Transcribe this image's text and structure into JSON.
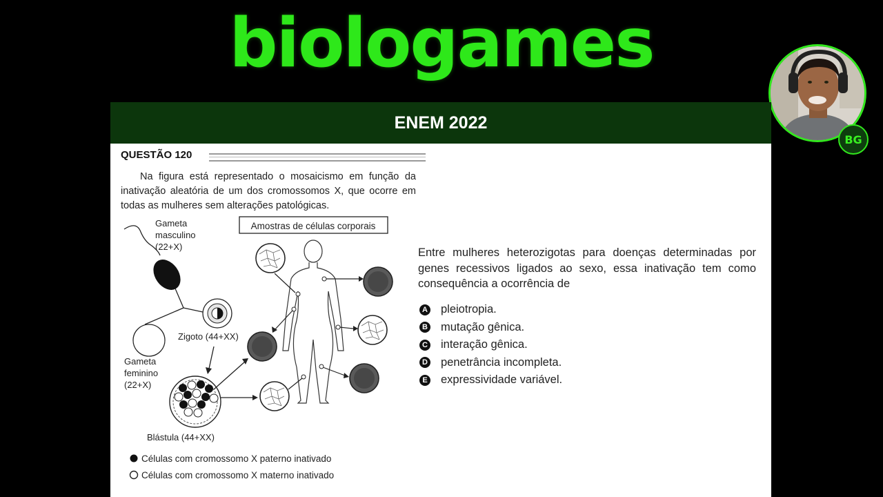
{
  "brand": {
    "logo_text": "biologames",
    "badge_text": "BG",
    "accent_color": "#2ee81a"
  },
  "banner": {
    "title": "ENEM 2022",
    "color": "#0c360c"
  },
  "question": {
    "number_label": "QUESTÃO 120",
    "intro": "Na figura está representado o mosaicismo em função da inativação aleatória de um dos cromossomos X, que ocorre em todas as mulheres sem alterações patológicas.",
    "prompt": "Entre mulheres heterozigotas para doenças determinadas por genes recessivos ligados ao sexo, essa inativação tem como consequência a ocorrência de",
    "options": [
      {
        "letter": "A",
        "text": "pleiotropia."
      },
      {
        "letter": "B",
        "text": "mutação gênica."
      },
      {
        "letter": "C",
        "text": "interação gênica."
      },
      {
        "letter": "D",
        "text": "penetrância incompleta."
      },
      {
        "letter": "E",
        "text": "expressividade variável."
      }
    ]
  },
  "figure": {
    "box_title": "Amostras de células corporais",
    "male_gamete": [
      "Gameta",
      "masculino",
      "(22+X)"
    ],
    "female_gamete": [
      "Gameta",
      "feminino",
      "(22+X)"
    ],
    "zygote": "Zigoto (44+XX)",
    "blastula": "Blástula (44+XX)",
    "legend_paternal": "Células com cromossomo X paterno inativado",
    "legend_maternal": "Células com cromossomo X materno inativado"
  },
  "webcam": {
    "icon": "person-icon"
  }
}
